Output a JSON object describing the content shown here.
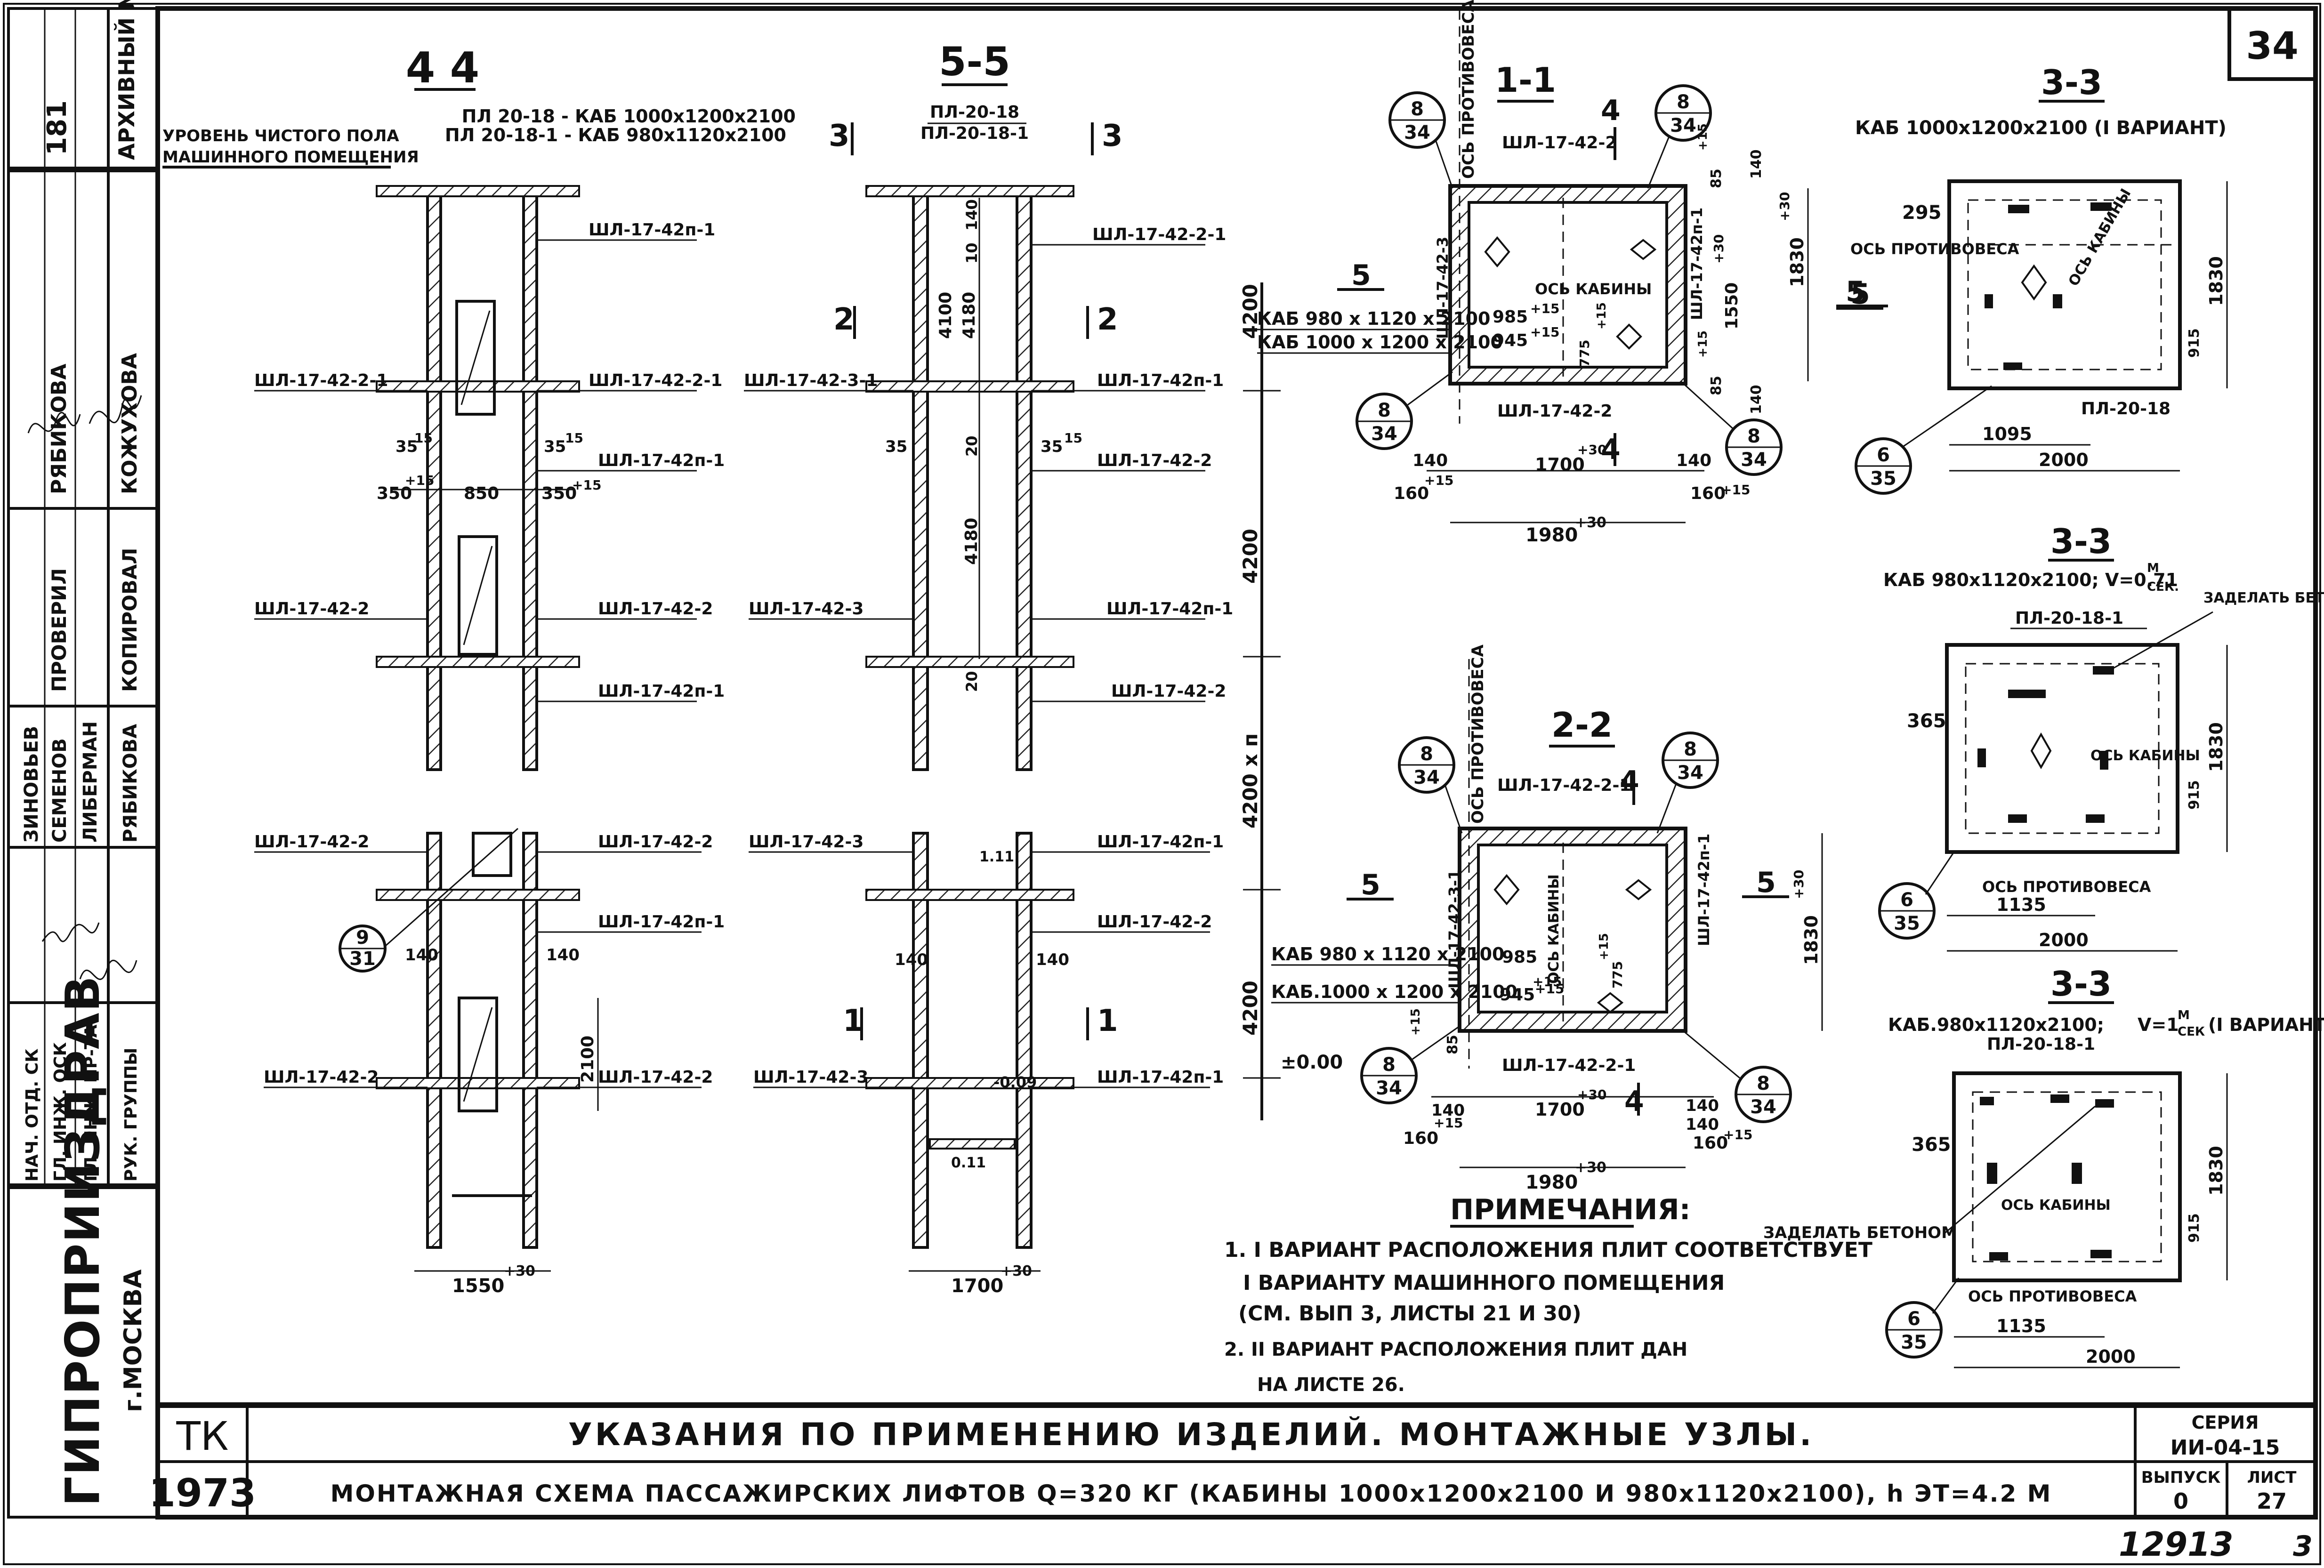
{
  "sheet": {
    "number": "34",
    "archive_label": "АРХИВНЫЙ №",
    "archive_number": "181",
    "bottom_number": "12913",
    "bottom_corner": "3"
  },
  "stamp": {
    "org": "ГИПРОПРИИЗДРАВ",
    "city": "г.МОСКВА",
    "rows": [
      {
        "role": "ПРОВЕРИЛ",
        "name": "РЯБИКОВА"
      },
      {
        "role": "КОПИРОВАЛ",
        "name": "КОЖУХОВА"
      },
      {
        "role": "ГЛ. ИНЖ. ПР-ТА",
        "name": "ЛИБЕРМАН"
      },
      {
        "role": "НАЧ. ОТД. СК",
        "name": "ЗИНОВЬЕВ"
      },
      {
        "role": "ГЛ. ИНЖ. ОСК",
        "name": "СЕМЕНОВ"
      },
      {
        "role": "РУК. ГРУППЫ",
        "name": "РЯБИКОВА"
      }
    ]
  },
  "sections": {
    "s44": {
      "title": "4 4",
      "slab1": "ПЛ 20-18 - КАБ 1000х1200х2100",
      "slab2": "ПЛ 20-18-1 - КАБ 980х1120х2100",
      "floor_label1": "УРОВЕНЬ ЧИСТОГО ПОЛА",
      "floor_label2": "МАШИННОГО ПОМЕЩЕНИЯ",
      "labels": [
        "ШЛ-17-42п-1",
        "ШЛ-17-42-2-1",
        "ШЛ-17-42-2-1",
        "ШЛ-17-42п-1",
        "ШЛ-17-42-2",
        "ШЛ-17-42-2",
        "ШЛ-17-42п-1",
        "ШЛ-17-42-2",
        "ШЛ-17-42-2",
        "ШЛ-17-42п-1",
        "ШЛ-17-42-2",
        "ШЛ-17-42-2"
      ],
      "dims": [
        "35",
        "15",
        "35",
        "15",
        "350",
        "+15",
        "850",
        "350",
        "+15",
        "140",
        "140",
        "2100",
        "1550",
        "+30"
      ],
      "callout_top": "9",
      "callout_bottom": "31"
    },
    "s55": {
      "title": "5-5",
      "slab1": "ПЛ-20-18",
      "slab2": "ПЛ-20-18-1",
      "marks": [
        "3",
        "3",
        "2",
        "2",
        "1",
        "1"
      ],
      "labels": [
        "ШЛ-17-42-2-1",
        "ШЛ-17-42-3-1",
        "ШЛ-17-42п-1",
        "ШЛ-17-42-2",
        "ШЛ-17-42-3",
        "ШЛ-17-42п-1",
        "ШЛ-17-42-2",
        "ШЛ-17-42-3",
        "ШЛ-17-42п-1",
        "ШЛ-17-42-2",
        "ШЛ-17-42-3",
        "ШЛ-17-42п-1"
      ],
      "dims": [
        "140",
        "10",
        "4100",
        "4180",
        "20",
        "4180",
        "20",
        "35",
        "35",
        "15",
        "1.11",
        "140",
        "140",
        "-0.09",
        "0.11",
        "1700",
        "+30"
      ],
      "levels": [
        "4200",
        "4200",
        "4200 х п",
        "4200",
        "±0.00"
      ]
    },
    "s11": {
      "title": "1-1",
      "axis_cw": "ОСЬ ПРОТИВОВЕСА",
      "axis_cab": "ОСЬ КАБИНЫ",
      "labels": [
        "ШЛ-17-42-2",
        "ШЛ-17-42-3",
        "ШЛ-17-42п-1",
        "ШЛ-17-42-2"
      ],
      "cabins": [
        "КАБ 980 х 1120 х 2100",
        "КАБ 1000 х 1200 х 2100"
      ],
      "dims": [
        "985",
        "+15",
        "945",
        "+15",
        "1550",
        "+30",
        "1830",
        "+30",
        "85",
        "+15",
        "85",
        "+15",
        "140",
        "140",
        "775",
        "+15",
        "1700",
        "+30",
        "140",
        "140",
        "160",
        "+15",
        "160",
        "+15",
        "1980",
        "+30"
      ],
      "callouts": [
        [
          "8",
          "34"
        ],
        [
          "8",
          "34"
        ],
        [
          "8",
          "34"
        ],
        [
          "8",
          "34"
        ]
      ],
      "marks": [
        "4",
        "4",
        "5",
        "5"
      ]
    },
    "s22": {
      "title": "2-2",
      "axis_cw": "ОСЬ ПРОТИВОВЕСА",
      "axis_cab": "ОСЬ КАБИНЫ",
      "labels": [
        "ШЛ-17-42-2-1",
        "ШЛ-17-42-3-1",
        "ШЛ-17-42п-1",
        "ШЛ-17-42-2-1"
      ],
      "cabins": [
        "КАБ 980 х 1120 х 2100",
        "КАБ.1000 х 1200 х 2100"
      ],
      "dims": [
        "985",
        "+15",
        "945",
        "+15",
        "1830",
        "+30",
        "85",
        "+15",
        "140",
        "140",
        "775",
        "+15",
        "1700",
        "+30",
        "140",
        "140",
        "160",
        "+15",
        "160",
        "+15",
        "1980",
        "+30"
      ],
      "callouts": [
        [
          "8",
          "34"
        ],
        [
          "8",
          "34"
        ],
        [
          "8",
          "34"
        ],
        [
          "8",
          "34"
        ]
      ],
      "marks": [
        "4",
        "4",
        "5",
        "5"
      ]
    },
    "s33a": {
      "title": "3-3",
      "subtitle": "КАБ 1000х1200х2100 (I ВАРИАНТ)",
      "axis_cw": "ОСЬ ПРОТИВОВЕСА",
      "axis_cab": "ОСЬ КАБИНЫ",
      "slab": "ПЛ-20-18",
      "dims": [
        "295",
        "1830",
        "915",
        "1095",
        "2000"
      ],
      "mark": "5",
      "callout": [
        "6",
        "35"
      ]
    },
    "s33b": {
      "title": "3-3",
      "subtitle": "КАБ 980х1120х2100; V=0.71",
      "unit_top": "М",
      "unit_bottom": "СЕК.",
      "note": "ЗАДЕЛАТЬ БЕТОНОМ",
      "axis_cw": "ОСЬ ПРОТИВОВЕСА",
      "axis_cab": "ОСЬ КАБИНЫ",
      "slab": "ПЛ-20-18-1",
      "dims": [
        "365",
        "1830",
        "915",
        "1135",
        "2000"
      ],
      "callout": [
        "6",
        "35"
      ]
    },
    "s33c": {
      "title": "3-3",
      "subtitle": "КАБ.980х1120х2100;",
      "speed": "V=1",
      "unit_top": "М",
      "unit_bottom": "СЕК",
      "variant": "(I ВАРИАНТ)",
      "slab": "ПЛ-20-18-1",
      "note": "ЗАДЕЛАТЬ БЕТОНОМ",
      "axis_cw": "ОСЬ ПРОТИВОВЕСА",
      "axis_cab": "ОСЬ КАБИНЫ",
      "dims": [
        "365",
        "1830",
        "915",
        "1135",
        "2000"
      ],
      "callout": [
        "6",
        "35"
      ]
    }
  },
  "notes": {
    "title": "ПРИМЕЧАНИЯ:",
    "lines": [
      "1. I ВАРИАНТ РАСПОЛОЖЕНИЯ ПЛИТ СООТВЕТСТВУЕТ",
      "I ВАРИАНТУ МАШИННОГО ПОМЕЩЕНИЯ",
      "(СМ. ВЫП 3, ЛИСТЫ 21 И 30)",
      "2. II ВАРИАНТ РАСПОЛОЖЕНИЯ ПЛИТ ДАН",
      "НА ЛИСТЕ 26."
    ]
  },
  "title_block": {
    "code": "ТК",
    "year": "1973",
    "line1": "УКАЗАНИЯ ПО ПРИМЕНЕНИЮ ИЗДЕЛИЙ. МОНТАЖНЫЕ УЗЛЫ.",
    "line2": "МОНТАЖНАЯ СХЕМА ПАССАЖИРСКИХ ЛИФТОВ Q=320 КГ (КАБИНЫ 1000х1200х2100 И 980х1120х2100), h ЭТ=4.2 М",
    "series_label": "СЕРИЯ",
    "series_value": "ИИ-04-15",
    "issue_label": "ВЫПУСК",
    "issue_value": "0",
    "sheet_label": "ЛИСТ",
    "sheet_value": "27"
  }
}
